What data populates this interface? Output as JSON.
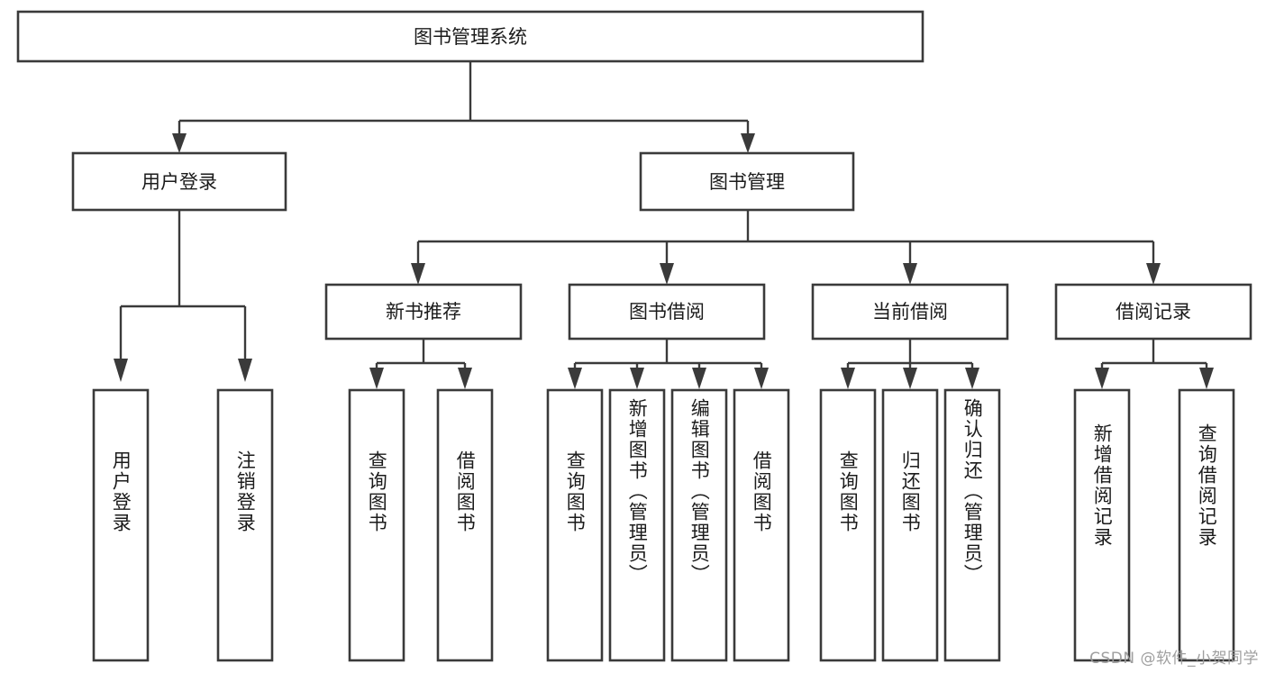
{
  "diagram": {
    "title": "图书管理系统",
    "type": "tree-hierarchy-chart",
    "orientation": "top-down",
    "colors": {
      "box_stroke": "#3a3a3a",
      "box_fill": "#ffffff",
      "connector": "#3a3a3a",
      "text": "#1b1b1b",
      "background": "#ffffff",
      "watermark": "#9a9a9a"
    },
    "root": {
      "label": "图书管理系统"
    },
    "level2": [
      {
        "label": "用户登录"
      },
      {
        "label": "图书管理"
      }
    ],
    "level3": [
      {
        "label": "新书推荐"
      },
      {
        "label": "图书借阅"
      },
      {
        "label": "当前借阅"
      },
      {
        "label": "借阅记录"
      }
    ],
    "leaves": {
      "user_login": [
        {
          "label": "用户登录"
        },
        {
          "label": "注销登录"
        }
      ],
      "new_book_recommend": [
        {
          "label": "查询图书"
        },
        {
          "label": "借阅图书"
        }
      ],
      "book_borrow": [
        {
          "label": "查询图书"
        },
        {
          "label": "新增图书（管理员）"
        },
        {
          "label": "编辑图书（管理员）"
        },
        {
          "label": "借阅图书"
        }
      ],
      "current_borrow": [
        {
          "label": "查询图书"
        },
        {
          "label": "归还图书"
        },
        {
          "label": "确认归还（管理员）"
        }
      ],
      "borrow_record": [
        {
          "label": "新增借阅记录"
        },
        {
          "label": "查询借阅记录"
        }
      ]
    }
  },
  "watermark": {
    "text": "CSDN @软件_小贺同学"
  }
}
